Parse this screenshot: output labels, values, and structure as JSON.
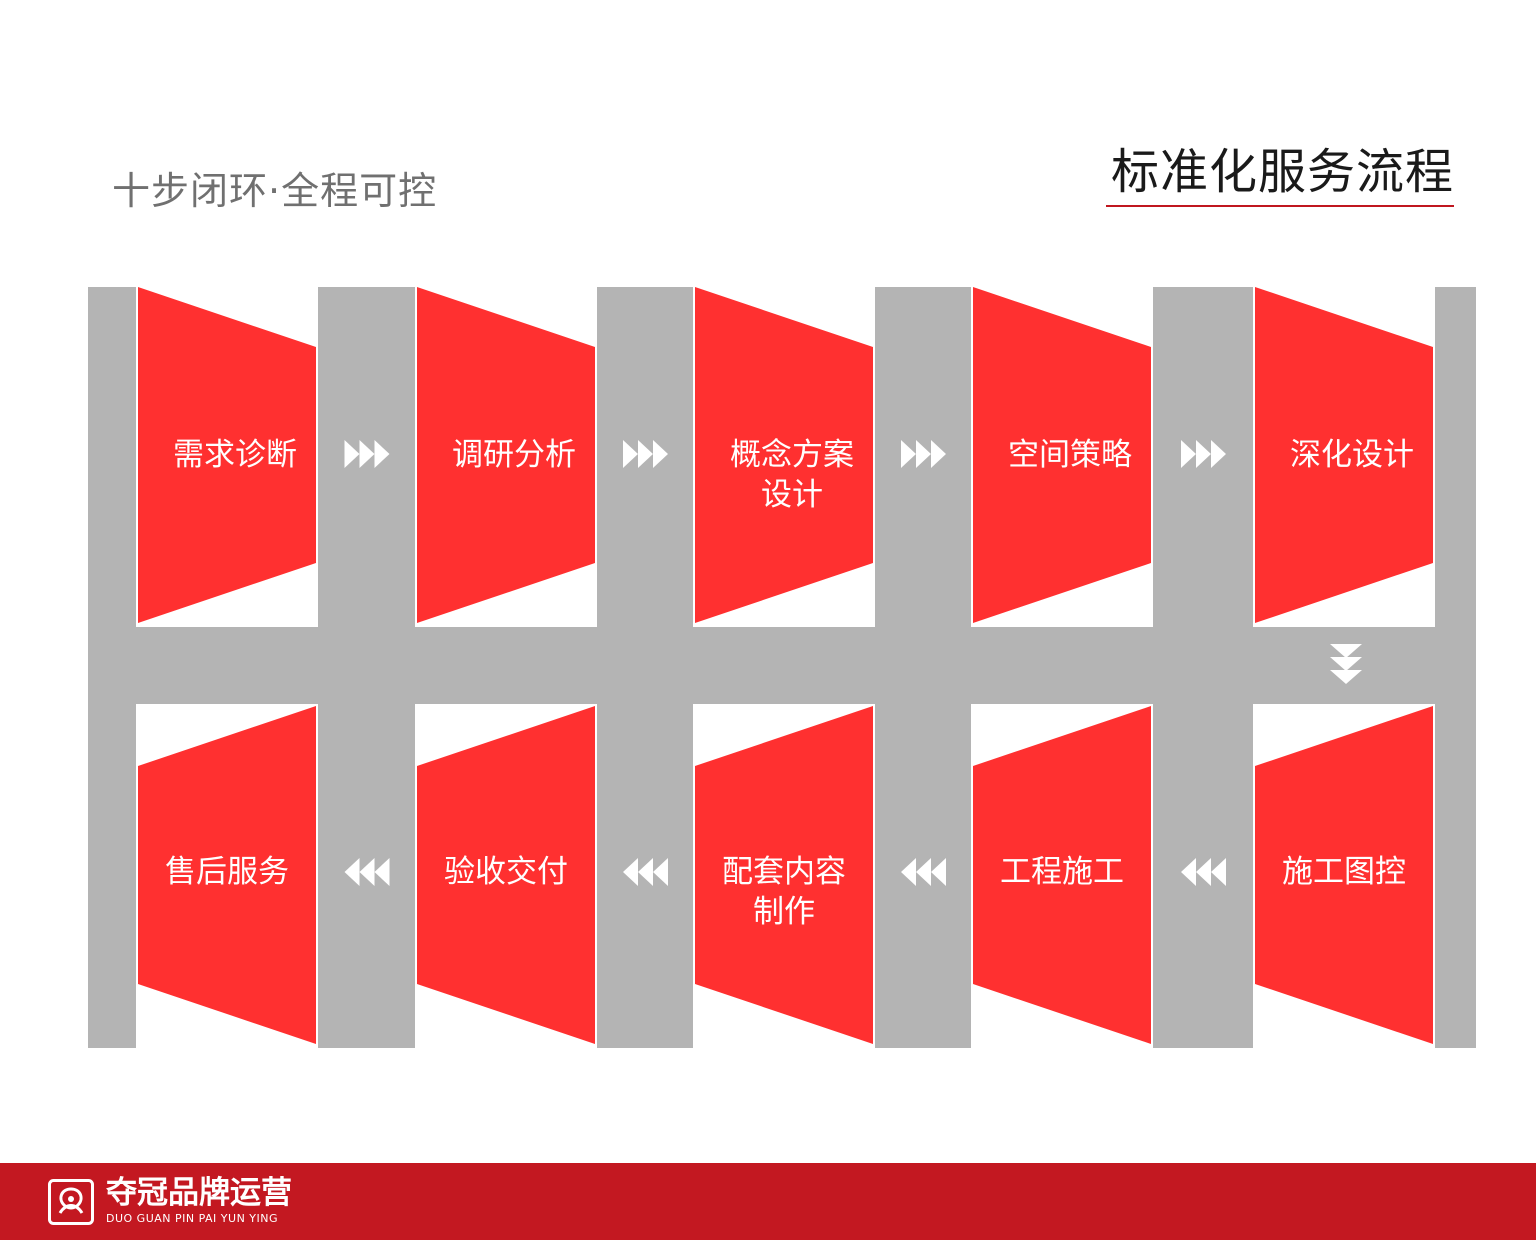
{
  "header": {
    "subtitle": "十步闭环·全程可控",
    "title": "标准化服务流程"
  },
  "colors": {
    "accent": "#ff3030",
    "track": "#b4b4b4",
    "rule": "#c0161f",
    "footer": "#c31821"
  },
  "steps": [
    {
      "label": "需求诊断"
    },
    {
      "label": "调研分析"
    },
    {
      "label": "概念方案\n设计"
    },
    {
      "label": "空间策略"
    },
    {
      "label": "深化设计"
    },
    {
      "label": "施工图控"
    },
    {
      "label": "工程施工"
    },
    {
      "label": "配套内容\n制作"
    },
    {
      "label": "验收交付"
    },
    {
      "label": "售后服务"
    }
  ],
  "footer": {
    "brand_cn": "夺冠品牌运营",
    "brand_en": "DUO GUAN PIN PAI YUN YING",
    "logo_icon": "brand-logo-icon"
  }
}
